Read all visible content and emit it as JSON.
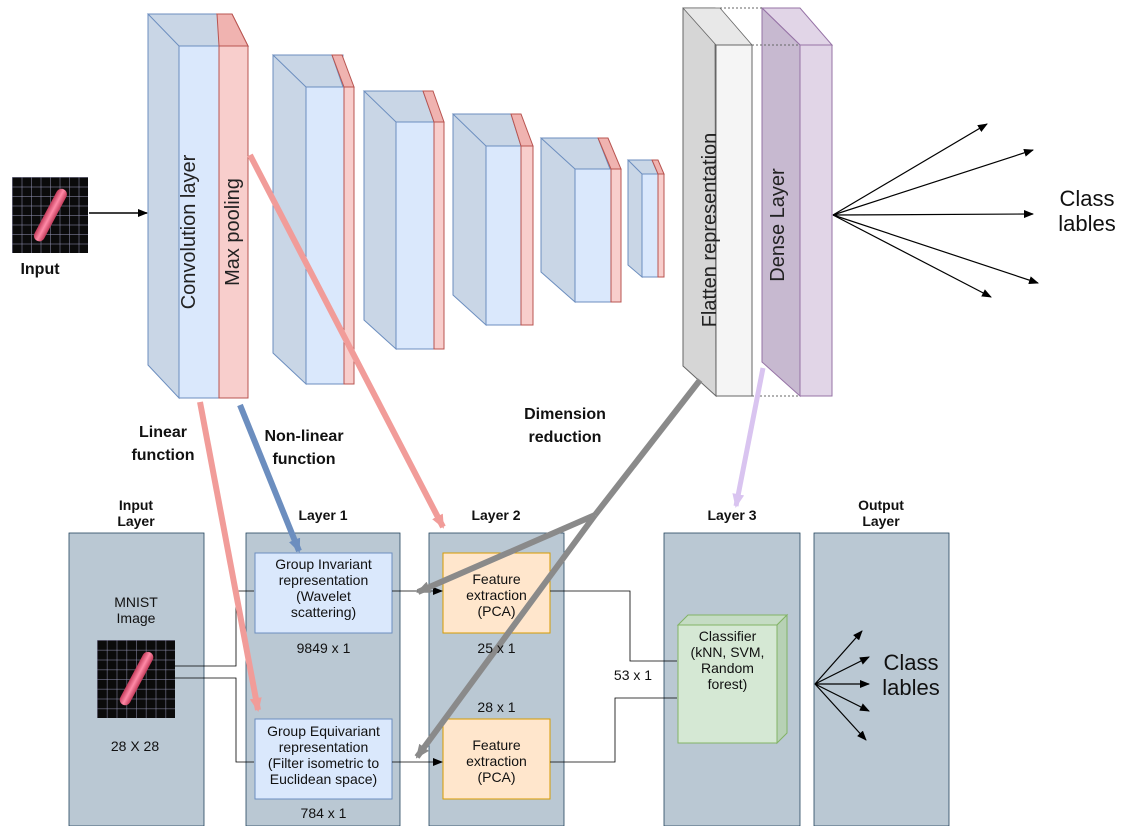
{
  "top_network": {
    "input_label": "Input",
    "conv_label": "Convolution layer",
    "pool_label": "Max pooling",
    "flatten_label": "Flatten representation",
    "dense_label": "Dense Layer",
    "output_label": "Class\nlables"
  },
  "mapping_labels": {
    "linear": "Linear\nfunction",
    "nonlinear": "Non-linear\nfunction",
    "dimension": "Dimension\nreduction"
  },
  "bottom_network": {
    "col_input": "Input\nLayer",
    "col_layer1": "Layer 1",
    "col_layer2": "Layer 2",
    "col_layer3": "Layer 3",
    "col_output": "Output\nLayer",
    "mnist_label": "MNIST\nImage",
    "mnist_size": "28 X 28",
    "invariant": "Group Invariant\nrepresentation\n(Wavelet\nscattering)",
    "invariant_size": "9849 x 1",
    "equivariant": "Group Equivariant\nrepresentation\n(Filter isometric to\nEuclidean space)",
    "equivariant_size": "784 x 1",
    "feature1": "Feature\nextraction\n(PCA)",
    "feature1_size": "25 x 1",
    "feature2": "Feature\nextraction\n(PCA)",
    "feature2_size": "28 x 1",
    "concat_size": "53 x 1",
    "classifier": "Classifier\n(kNN, SVM,\nRandom\nforest)",
    "output_label": "Class\nlables"
  },
  "colors": {
    "conv_blue": "#dae8fc",
    "pool_red": "#f8cecc",
    "column_gray": "#bac8d3",
    "feature_orange": "#ffe6cc",
    "classifier_green": "#d5e8d4",
    "dense_purple": "#e1d5e7",
    "flatten_gray": "#f5f5f5",
    "arrow_red": "#f19c99",
    "arrow_blue": "#6c8ebf",
    "arrow_gray": "#8a8a8a",
    "arrow_purple": "#d9c4f0"
  }
}
